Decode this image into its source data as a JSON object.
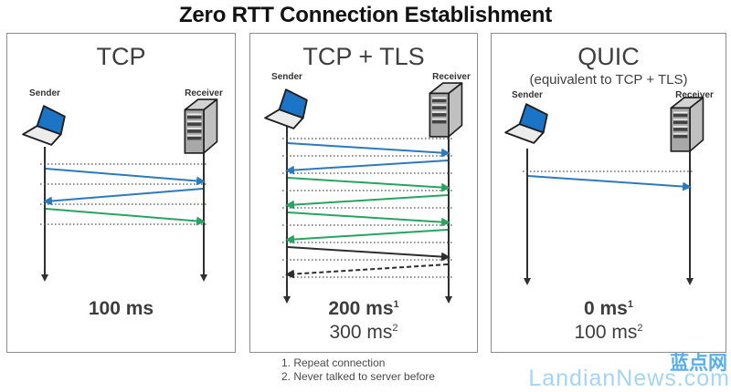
{
  "title": "Zero RTT Connection Establishment",
  "colors": {
    "blue": "#2b7abf",
    "green": "#28a360",
    "black": "#2d2d2d",
    "watermark_cn_blue": "#57aeee",
    "watermark_en_blue": "#a4d4f6"
  },
  "panels": [
    {
      "title": "TCP",
      "subtitle": "",
      "sender_label": "Sender",
      "receiver_label": "Receiver",
      "messages": [
        {
          "from": "sender",
          "to": "receiver",
          "color": "blue",
          "style": "solid"
        },
        {
          "from": "receiver",
          "to": "sender",
          "color": "blue",
          "style": "solid"
        },
        {
          "from": "sender",
          "to": "receiver",
          "color": "green",
          "style": "solid"
        }
      ],
      "time_primary": {
        "value": "100 ms",
        "sup": ""
      },
      "time_secondary": {
        "value": "",
        "sup": ""
      }
    },
    {
      "title": "TCP + TLS",
      "subtitle": "",
      "sender_label": "Sender",
      "receiver_label": "Receiver",
      "messages": [
        {
          "from": "sender",
          "to": "receiver",
          "color": "blue",
          "style": "solid"
        },
        {
          "from": "receiver",
          "to": "sender",
          "color": "blue",
          "style": "solid"
        },
        {
          "from": "sender",
          "to": "receiver",
          "color": "green",
          "style": "solid"
        },
        {
          "from": "receiver",
          "to": "sender",
          "color": "green",
          "style": "solid"
        },
        {
          "from": "sender",
          "to": "receiver",
          "color": "green",
          "style": "solid"
        },
        {
          "from": "receiver",
          "to": "sender",
          "color": "green",
          "style": "solid"
        },
        {
          "from": "sender",
          "to": "receiver",
          "color": "black",
          "style": "solid"
        },
        {
          "from": "receiver",
          "to": "sender",
          "color": "black",
          "style": "dashed"
        }
      ],
      "time_primary": {
        "value": "200 ms",
        "sup": "1"
      },
      "time_secondary": {
        "value": "300 ms",
        "sup": "2"
      }
    },
    {
      "title": "QUIC",
      "subtitle": "(equivalent to TCP + TLS)",
      "sender_label": "Sender",
      "receiver_label": "Receiver",
      "messages": [
        {
          "from": "sender",
          "to": "receiver",
          "color": "blue",
          "style": "solid"
        }
      ],
      "time_primary": {
        "value": "0 ms",
        "sup": "1"
      },
      "time_secondary": {
        "value": "100 ms",
        "sup": "2"
      }
    }
  ],
  "footnotes": [
    "1. Repeat connection",
    "2. Never talked to server before"
  ],
  "watermark": {
    "cn": "蓝点网",
    "en": "LandianNews.com"
  }
}
